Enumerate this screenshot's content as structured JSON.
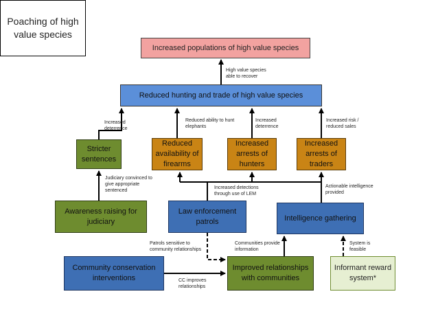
{
  "title": "Poaching of high value species",
  "boxes": {
    "outcome": "Increased populations of high value species",
    "reduced_hunting": "Reduced hunting and trade of high value species",
    "stricter_sentences": "Stricter sentences",
    "reduced_availability": "Reduced availability of firearms",
    "arrests_hunters": "Increased arrests of hunters",
    "arrests_traders": "Increased arrests of traders",
    "awareness_raising": "Awareness raising for judiciary",
    "law_enforcement": "Law enforcement patrols",
    "intelligence": "Intelligence gathering",
    "community_conservation": "Community conservation interventions",
    "improved_relationships": "Improved relationships with communities",
    "informant_reward": "Informant reward system*"
  },
  "labels": {
    "recover": "High value species able to recover",
    "deterrence_1": "Increased deterrence",
    "reduced_ability": "Reduced ability to hunt elephants",
    "deterrence_2": "Increased deterrence",
    "risk_sales": "Increased risk / reduced sales",
    "judiciary_convinced": "Judiciary convinced to give appropriate sentenced",
    "detections": "Increased detections through use of LEM",
    "actionable": "Actionable intelligence provided",
    "patrols_sensitive": "Patrols sensitive to community relationships",
    "communities_info": "Communities provide information",
    "system_feasible": "System is feasible",
    "cc_improves": "CC improves relationships"
  },
  "colors": {
    "outcome": "#f2a2a0",
    "reduced_hunting": "#5b8fd9",
    "green_box": "#6e8c2f",
    "orange_box": "#c98415",
    "blue_box": "#3e6fb4",
    "light_box": "#e6efd2"
  }
}
